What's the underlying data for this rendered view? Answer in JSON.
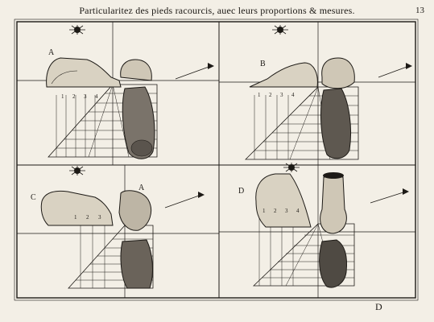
{
  "header": {
    "title": "Particularitez des pieds racourcis, auec leurs proportions & mesures.",
    "page_number": "13"
  },
  "figures": [
    {
      "letter": "A",
      "numbers": [
        "1",
        "2",
        "3",
        "4"
      ]
    },
    {
      "letter": "B",
      "numbers": [
        "1",
        "2",
        "3",
        "4"
      ]
    },
    {
      "letter": "C",
      "numbers": [
        "1",
        "2",
        "3"
      ]
    },
    {
      "letter": "D",
      "numbers": [
        "1",
        "2",
        "3",
        "4"
      ]
    }
  ],
  "footer": {
    "signature": "D"
  }
}
